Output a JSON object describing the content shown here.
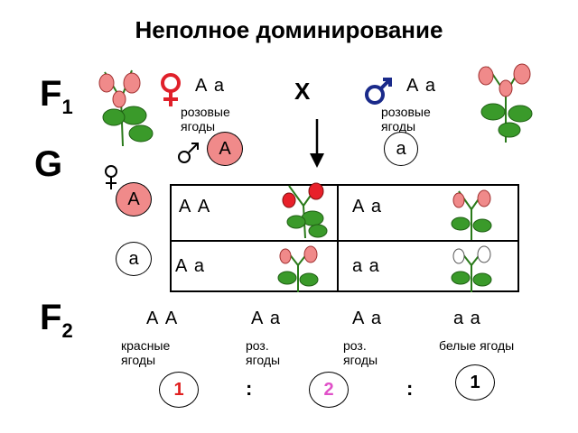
{
  "title": "Неполное доминирование",
  "generations": {
    "f1_letter": "F",
    "f1_sub": "1",
    "g_letter": "G",
    "f2_letter": "F",
    "f2_sub": "2"
  },
  "cross": {
    "female_genotype": "А а",
    "female_phenotype": "розовые ягоды",
    "cross_sign": "Х",
    "male_genotype": "А а",
    "male_phenotype": "розовые ягоды"
  },
  "gametes": {
    "male": [
      "А",
      "а"
    ],
    "female": [
      "А",
      "а"
    ]
  },
  "punnett": [
    [
      "А А",
      "А а"
    ],
    [
      "А а",
      "а а"
    ]
  ],
  "f2": {
    "genotypes": [
      "А А",
      "А а",
      "А а",
      "а а"
    ],
    "phenotypes": [
      "красные ягоды",
      "роз. ягоды",
      "роз. ягоды",
      "белые ягоды"
    ],
    "ratio": [
      "1",
      "2",
      "1"
    ],
    "separator": ":"
  },
  "colors": {
    "red_berry": "#e8202a",
    "pink_berry": "#f08a8a",
    "white_berry": "#ffffff",
    "leaf": "#3a9a2a",
    "female_symbol": "#e0202a",
    "male_symbol": "#1a2a8a",
    "ratio_1": "#e02020",
    "ratio_2": "#e050c8"
  }
}
